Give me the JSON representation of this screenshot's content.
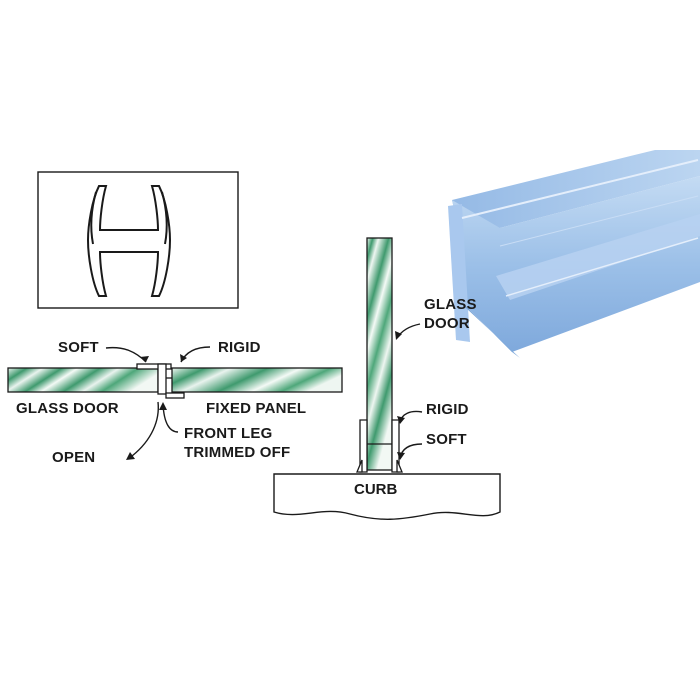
{
  "labels": {
    "soft_top": "SOFT",
    "rigid_top": "RIGID",
    "glass_door_left": "GLASS DOOR",
    "fixed_panel": "FIXED PANEL",
    "front_leg_line1": "FRONT LEG",
    "front_leg_line2": "TRIMMED OFF",
    "open": "OPEN",
    "glass_line1": "GLASS",
    "glass_line2": "DOOR",
    "rigid_right": "RIGID",
    "soft_right": "SOFT",
    "curb": "CURB"
  },
  "colors": {
    "glass_green": "#3f9a6e",
    "glass_light": "#cfe6da",
    "seal_blue": "#9cc0e8",
    "seal_blue_dark": "#6f9fd6",
    "outline": "#1a1a1a"
  }
}
